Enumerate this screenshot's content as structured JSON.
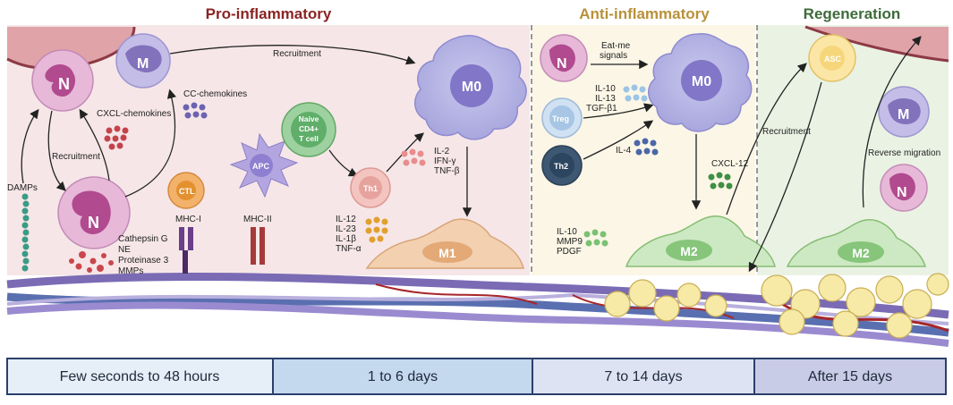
{
  "sections": [
    {
      "title": "Pro-inflammatory",
      "color": "#8b2323"
    },
    {
      "title": "Anti-inflammatory",
      "color": "#b8913a"
    },
    {
      "title": "Regeneration",
      "color": "#3d6b3a"
    }
  ],
  "labels": {
    "recruitment_top": "Recruitment",
    "recruitment_left": "Recruitment",
    "recruitment_right": "Recruitment",
    "cxcl_chemokines": "CXCL-chemokines",
    "cc_chemokines": "CC-chemokines",
    "eat_me": "Eat-me",
    "signals": "signals",
    "damps": "DAMPs",
    "mhc1": "MHC-I",
    "mhc2": "MHC-II",
    "cxcl12": "CXCL-12",
    "reverse_migration": "Reverse migration"
  },
  "cells": {
    "neutrophil": "N",
    "monocyte": "M",
    "m0": "M0",
    "m1": "M1",
    "m2": "M2",
    "ctl": "CTL",
    "apc": "APC",
    "th1": "Th1",
    "th2": "Th2",
    "treg": "Treg",
    "asc": "ASC",
    "naive_line1": "Naive",
    "naive_line2": "CD4+",
    "naive_line3": "T cell"
  },
  "cytokines": {
    "neutrophil_release": [
      "Cathepsin G",
      "NE",
      "Proteinase 3",
      "MMPs"
    ],
    "th1_release": [
      "IL-2",
      "IFN-γ",
      "TNF-β"
    ],
    "m1_release": [
      "IL-12",
      "IL-23",
      "IL-1β",
      "TNF-α"
    ],
    "treg_release": [
      "IL-10",
      "IL-13",
      "TGF-β1"
    ],
    "th2_release": [
      "IL-4"
    ],
    "m2_release": [
      "IL-10",
      "MMP9",
      "PDGF"
    ]
  },
  "timeline": [
    {
      "label": "Few seconds to 48 hours",
      "color": "#e6eef8"
    },
    {
      "label": "1 to 6 days",
      "color": "#c4d8ee"
    },
    {
      "label": "7 to 14 days",
      "color": "#dde3f2"
    },
    {
      "label": "After 15 days",
      "color": "#c9cce6"
    }
  ],
  "colors": {
    "pro_bg": "#f6e6e8",
    "anti_bg": "#fbf6e6",
    "regen_bg": "#eaf2e4",
    "border": "#2a3f6b"
  }
}
